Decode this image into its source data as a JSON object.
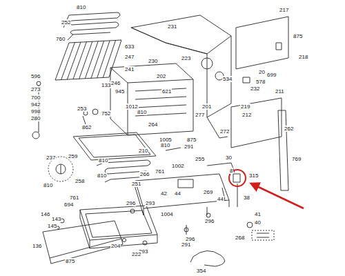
{
  "diagram": {
    "labels": [
      "810",
      "252",
      "760",
      "633",
      "247",
      "241",
      "246",
      "596",
      "273",
      "700",
      "942",
      "998",
      "280",
      "133",
      "945",
      "253",
      "862",
      "752",
      "1012",
      "810",
      "202",
      "621",
      "231",
      "230",
      "223",
      "534",
      "201",
      "277",
      "264",
      "1005",
      "875",
      "272",
      "212",
      "219",
      "232",
      "578",
      "20",
      "699",
      "217",
      "875",
      "218",
      "211",
      "262",
      "769",
      "210",
      "810",
      "291",
      "810",
      "251",
      "810",
      "237",
      "259",
      "258",
      "810",
      "266",
      "761",
      "42",
      "44",
      "1002",
      "255",
      "269",
      "30",
      "8",
      "315",
      "44",
      "38",
      "761",
      "694",
      "146",
      "143",
      "145",
      "136",
      "875",
      "296",
      "293",
      "1004",
      "204",
      "293",
      "222",
      "296",
      "41",
      "40",
      "268",
      "296",
      "291",
      "354"
    ]
  }
}
